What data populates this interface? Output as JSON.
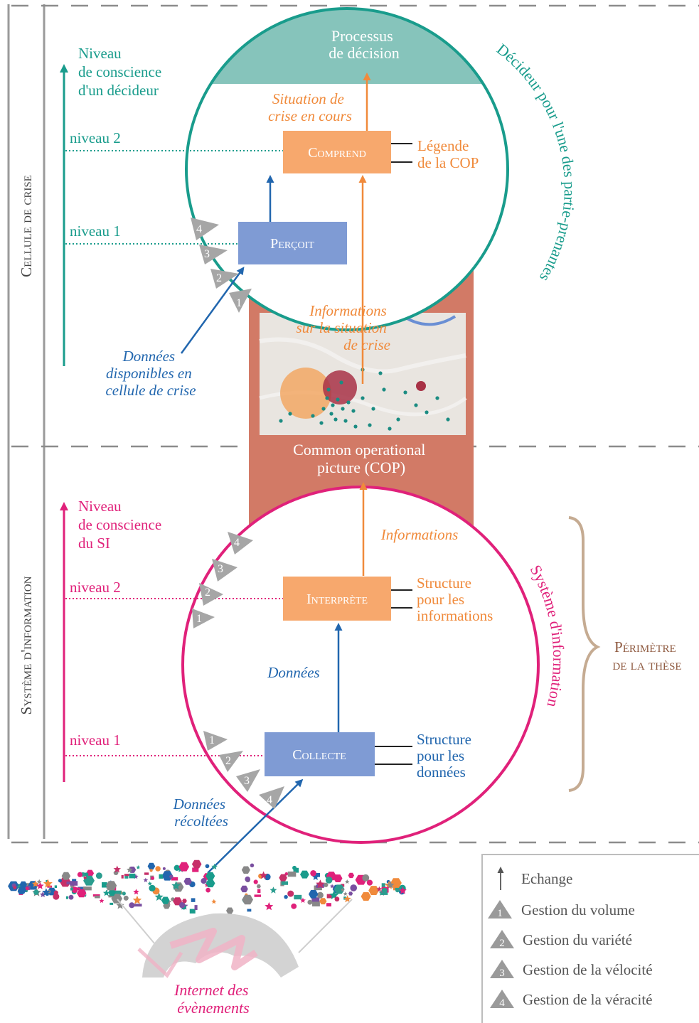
{
  "sections": {
    "top_label": "Cellule de crise",
    "bottom_label": "Système d'information"
  },
  "top": {
    "axis_title": [
      "Niveau",
      "de conscience",
      "d'un décideur"
    ],
    "level2": "niveau 2",
    "level1": "niveau 1",
    "circle_label": "Décideur pour l'une des partie-prenantes",
    "decision": [
      "Processus",
      "de décision"
    ],
    "situation": [
      "Situation de",
      "crise en cours"
    ],
    "comprend": "Comprend",
    "percoit": "Perçoit",
    "legend_cop": [
      "Légende",
      "de la COP"
    ],
    "infos_crise": [
      "Informations",
      "sur la situation",
      "de crise"
    ],
    "donnees_dispo": [
      "Données",
      "disponibles en",
      "cellule de crise"
    ],
    "badges": [
      "4",
      "3",
      "2",
      "1"
    ]
  },
  "cop": [
    "Common operational",
    "picture (COP)"
  ],
  "bottom": {
    "axis_title": [
      "Niveau",
      "de conscience",
      "du SI"
    ],
    "level2": "niveau 2",
    "level1": "niveau 1",
    "circle_label": "Système d'information",
    "informations": "Informations",
    "interprete": "Interprète",
    "structure_infos": [
      "Structure",
      "pour les",
      "informations"
    ],
    "donnees": "Données",
    "collecte": "Collecte",
    "structure_donnees": [
      "Structure",
      "pour les",
      "données"
    ],
    "donnees_recoltees": [
      "Données",
      "récoltées"
    ],
    "badges_upper": [
      "4",
      "3",
      "2",
      "1"
    ],
    "badges_lower": [
      "1",
      "2",
      "3",
      "4"
    ],
    "perimetre": [
      "Périmètre",
      "de la thèse"
    ]
  },
  "internet": [
    "Internet des",
    "évènements"
  ],
  "legend": {
    "items": [
      {
        "marker": "arrow",
        "label": "Echange"
      },
      {
        "marker": "1",
        "label": "Gestion du volume"
      },
      {
        "marker": "2",
        "label": "Gestion du variété"
      },
      {
        "marker": "3",
        "label": "Gestion de la vélocité"
      },
      {
        "marker": "4",
        "label": "Gestion de la véracité"
      }
    ]
  },
  "colors": {
    "teal": "#199c8c",
    "teal_fill": "#86c4bb",
    "pink": "#e0217a",
    "orange": "#f08a3b",
    "orange_box": "#f7a86d",
    "blue": "#2166ae",
    "blue_box": "#7f9bd4",
    "cop_bg": "#d27a66",
    "badge": "#a6a6a6",
    "brace": "#c5ab92",
    "perimetre": "#8f5a40"
  }
}
